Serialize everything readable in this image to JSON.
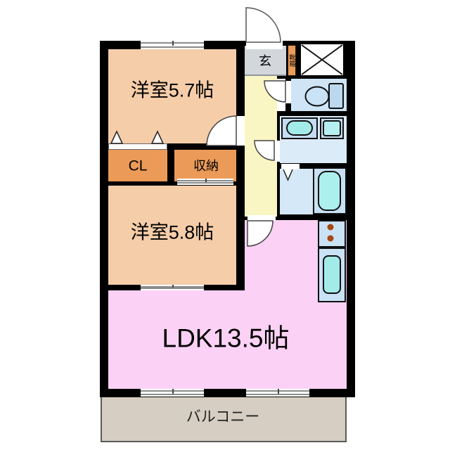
{
  "floorplan": {
    "rooms": {
      "bedroom1": {
        "label": "洋室5.7帖"
      },
      "bedroom2": {
        "label": "洋室5.8帖"
      },
      "ldk": {
        "label": "LDK13.5帖"
      },
      "closet": {
        "label": "CL"
      },
      "storage": {
        "label": "収納"
      },
      "entrance": {
        "label": "玄"
      },
      "shoe_box": {
        "label": "靴箱"
      },
      "balcony": {
        "label": "バルコニー"
      }
    },
    "colors": {
      "wall": "#000000",
      "bedroom_floor": "#F5CDA9",
      "closet_fill": "#EB9A58",
      "corridor_floor": "#FAF6C3",
      "entrance_floor": "#D3D7DB",
      "ldk_floor": "#FBD2F5",
      "balcony_floor": "#D6CEC2",
      "wet_area_floor": "#DCEBF8",
      "fixture_frame": "#C9E2F5",
      "basin_cyan": "#A3EBE9",
      "stove_dot": "#A5480F"
    }
  }
}
